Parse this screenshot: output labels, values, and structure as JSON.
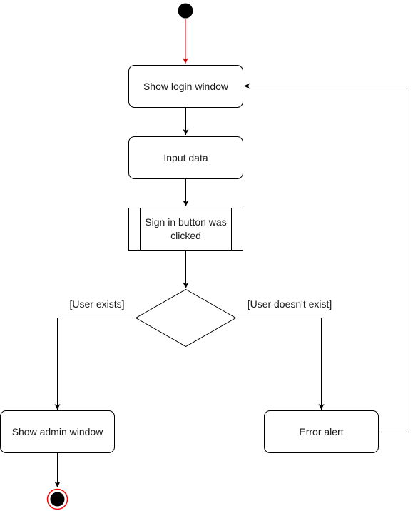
{
  "nodes": {
    "show_login": {
      "label": "Show login window"
    },
    "input_data": {
      "label": "Input data"
    },
    "sign_in_clicked": {
      "label_line1": "Sign in button was",
      "label_line2": "clicked"
    },
    "show_admin": {
      "label": "Show admin window"
    },
    "error_alert": {
      "label": "Error alert"
    }
  },
  "guards": {
    "user_exists": "[User exists]",
    "user_not_exists": "[User doesn't exist]"
  },
  "colors": {
    "stroke": "#000000",
    "initial_edge": "#cc0000",
    "final_ring": "#ff0000",
    "fill": "#ffffff"
  }
}
